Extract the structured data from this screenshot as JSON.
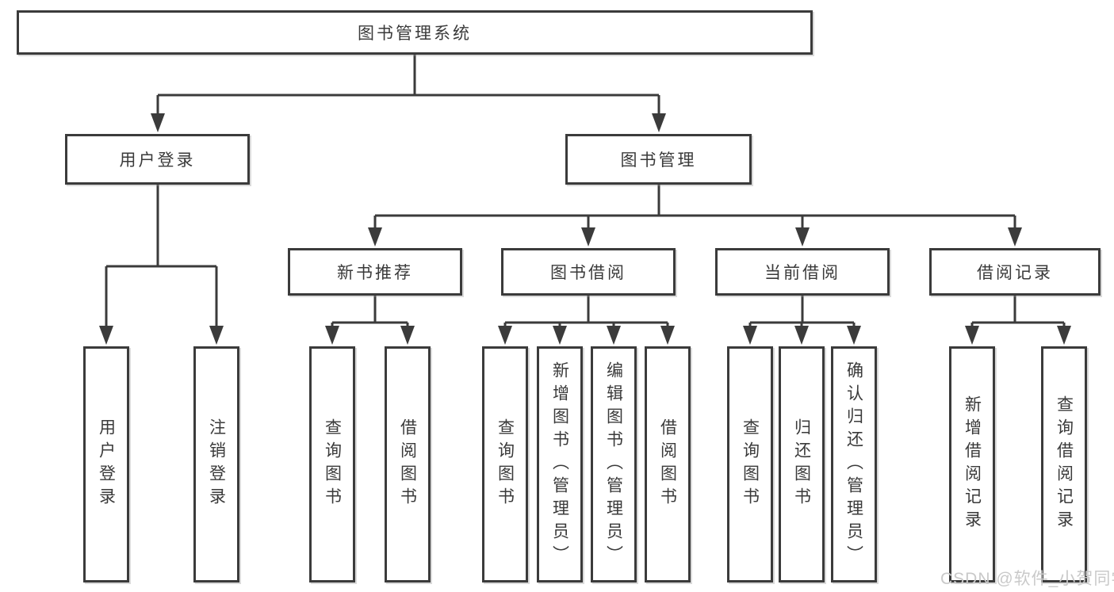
{
  "diagram_type": "hierarchy-tree",
  "colors": {
    "line": "#3b3b3b",
    "box_border": "#3b3b3b",
    "text": "#3a3a3a",
    "background": "#ffffff",
    "watermark": "#c9c9c9"
  },
  "tree": {
    "label": "图书管理系统",
    "children": [
      {
        "label": "用户登录",
        "children": [
          {
            "label": "用户登录"
          },
          {
            "label": "注销登录"
          }
        ]
      },
      {
        "label": "图书管理",
        "children": [
          {
            "label": "新书推荐",
            "children": [
              {
                "label": "查询图书"
              },
              {
                "label": "借阅图书"
              }
            ]
          },
          {
            "label": "图书借阅",
            "children": [
              {
                "label": "查询图书"
              },
              {
                "label": "新增图书（管理员）"
              },
              {
                "label": "编辑图书（管理员）"
              },
              {
                "label": "借阅图书"
              }
            ]
          },
          {
            "label": "当前借阅",
            "children": [
              {
                "label": "查询图书"
              },
              {
                "label": "归还图书"
              },
              {
                "label": "确认归还（管理员）"
              }
            ]
          },
          {
            "label": "借阅记录",
            "children": [
              {
                "label": "新增借阅记录"
              },
              {
                "label": "查询借阅记录"
              }
            ]
          }
        ]
      }
    ]
  },
  "watermark": {
    "text": "CSDN @软件_小贺同学"
  }
}
